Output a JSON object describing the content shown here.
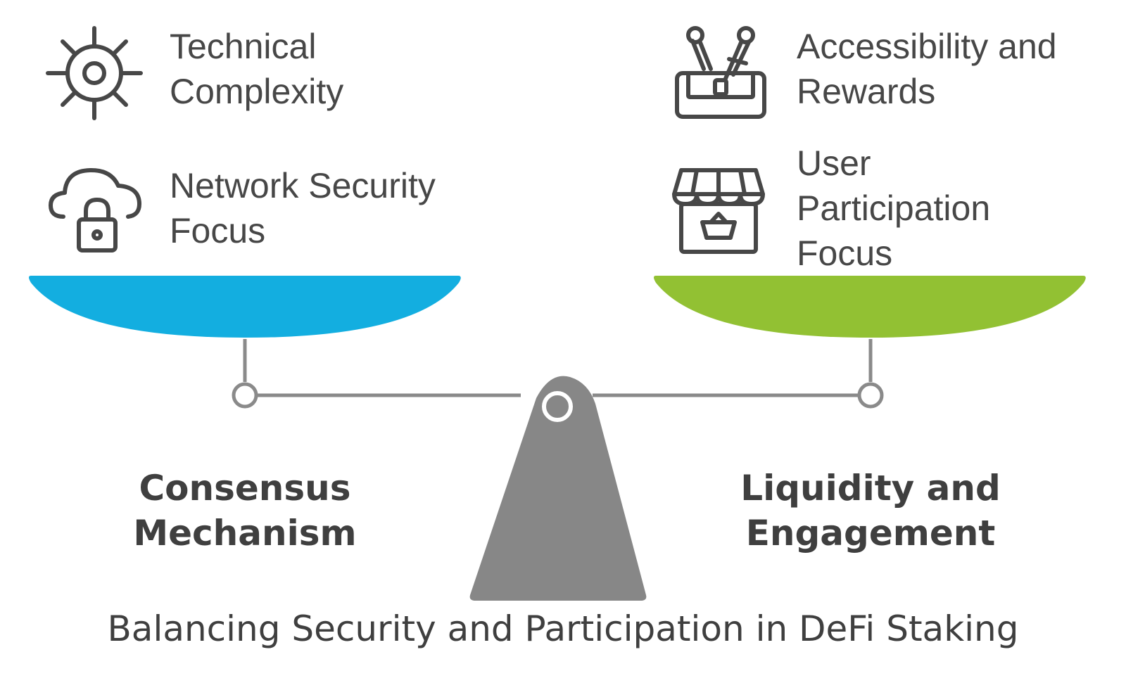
{
  "left_side": {
    "label_line1": "Consensus",
    "label_line2": "Mechanism",
    "pan_color": "#13AEE0",
    "items": [
      {
        "icon": "gear-icon",
        "line1": "Technical",
        "line2": "Complexity"
      },
      {
        "icon": "cloud-lock-icon",
        "line1": "Network Security",
        "line2": "Focus"
      }
    ]
  },
  "right_side": {
    "label_line1": "Liquidity and",
    "label_line2": "Engagement",
    "pan_color": "#92C133",
    "items": [
      {
        "icon": "treasure-chest-icon",
        "line1": "Accessibility and",
        "line2": "Rewards"
      },
      {
        "icon": "storefront-icon",
        "line1": "User",
        "line2": "Participation",
        "line3": "Focus"
      }
    ]
  },
  "footer": {
    "title": "Balancing Security and Participation in DeFi Staking"
  },
  "colors": {
    "fulcrum": "#878787",
    "beam": "#8a8a8a",
    "icon_stroke": "#474747",
    "text": "#3f3f3f"
  }
}
